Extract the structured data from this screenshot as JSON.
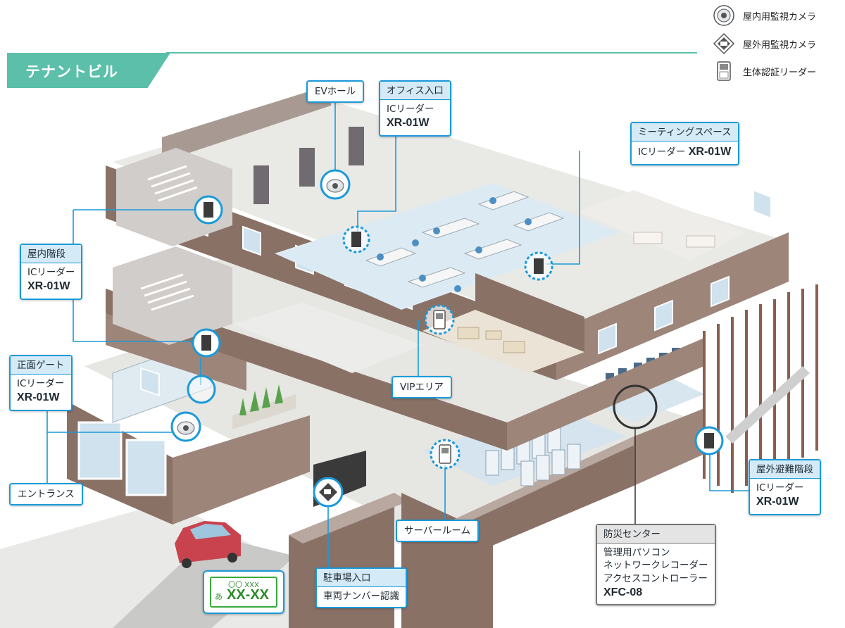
{
  "section_title": "テナントビル",
  "legend": [
    {
      "icon": "indoor-camera-icon",
      "label": "屋内用監視カメラ"
    },
    {
      "icon": "outdoor-camera-icon",
      "label": "屋外用監視カメラ"
    },
    {
      "icon": "biometric-reader-icon",
      "label": "生体認証リーダー"
    }
  ],
  "callouts": {
    "ev_hall": "EVホール",
    "office_entrance": {
      "title": "オフィス入口",
      "device": "ICリーダー",
      "model": "XR-01W"
    },
    "meeting_space": {
      "title": "ミーティングスペース",
      "device": "ICリーダー",
      "model": "XR-01W"
    },
    "indoor_stairs": {
      "title": "屋内階段",
      "device": "ICリーダー",
      "model": "XR-01W"
    },
    "front_gate": {
      "title": "正面ゲート",
      "device": "ICリーダー",
      "model": "XR-01W"
    },
    "vip_area": "VIPエリア",
    "entrance": "エントランス",
    "server_room": "サーバールーム",
    "parking_entrance": {
      "title": "駐車場入口",
      "body": "車両ナンバー認識"
    },
    "outdoor_stairs": {
      "title": "屋外避難階段",
      "device": "ICリーダー",
      "model": "XR-01W"
    },
    "disaster_center": {
      "title": "防災センター",
      "lines": [
        "管理用パソコン",
        "ネットワークレコーダー",
        "アクセスコントローラー"
      ],
      "model": "XFC-08"
    }
  },
  "license_plate": {
    "top": "〇〇 XXX",
    "kana": "あ",
    "number": "XX-XX"
  },
  "colors": {
    "accent_teal": "#5bbfaa",
    "callout_blue": "#1a9ad9",
    "wall": "#8a7166",
    "floor": "#e6e6e2",
    "glass": "#cfe2ee"
  }
}
